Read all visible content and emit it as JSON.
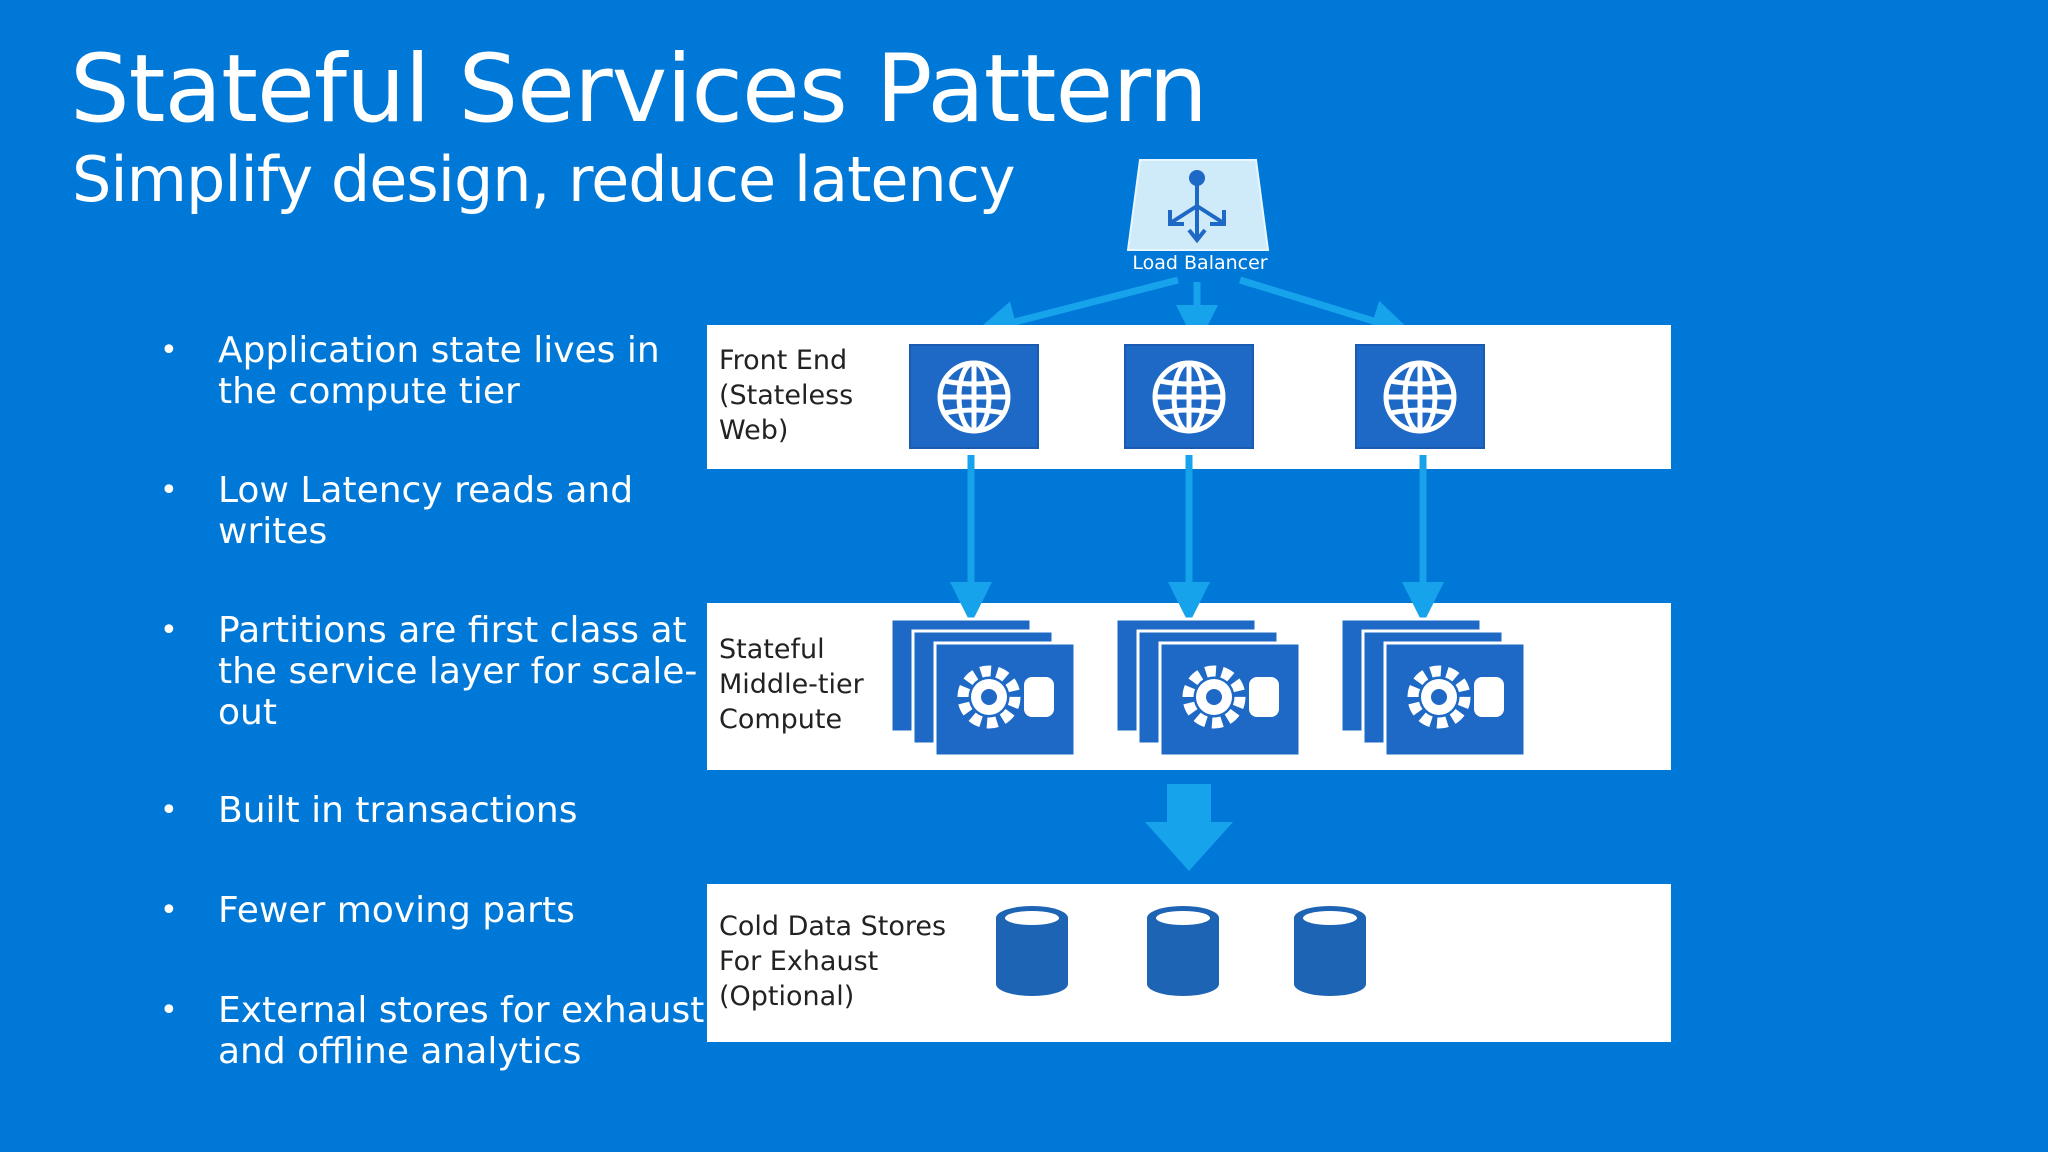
{
  "slide": {
    "title": "Stateful Services Pattern",
    "subtitle": "Simplify design, reduce latency"
  },
  "bullets": [
    {
      "lines": [
        "Application state lives in",
        "the compute tier"
      ]
    },
    {
      "lines": [
        "Low Latency reads and",
        "writes"
      ]
    },
    {
      "lines": [
        "Partitions are first class at",
        "the service layer for scale-",
        "out"
      ]
    },
    {
      "lines": [
        "Built in transactions"
      ]
    },
    {
      "lines": [
        "Fewer moving parts"
      ]
    },
    {
      "lines": [
        "External stores for exhaust",
        "and offline analytics"
      ]
    }
  ],
  "diagram": {
    "load_balancer": {
      "label": "Load Balancer",
      "icon": "load-balancer-icon"
    },
    "tiers": [
      {
        "lines": [
          "Front End",
          "(Stateless",
          "Web)"
        ],
        "icon": "globe-icon",
        "count": 3
      },
      {
        "lines": [
          "Stateful",
          "Middle-tier",
          "Compute"
        ],
        "icon": "stateful-service-icon",
        "count": 3
      },
      {
        "lines": [
          "Cold Data Stores",
          "For Exhaust",
          "(Optional)"
        ],
        "icon": "database-icon",
        "count": 3
      }
    ]
  },
  "colors": {
    "background": "#0078d7",
    "tile": "#1e68c6",
    "arrow": "#17a2ec",
    "panel": "#ffffff",
    "db": "#1e64b4",
    "lb_fill": "#cfeaf9"
  }
}
